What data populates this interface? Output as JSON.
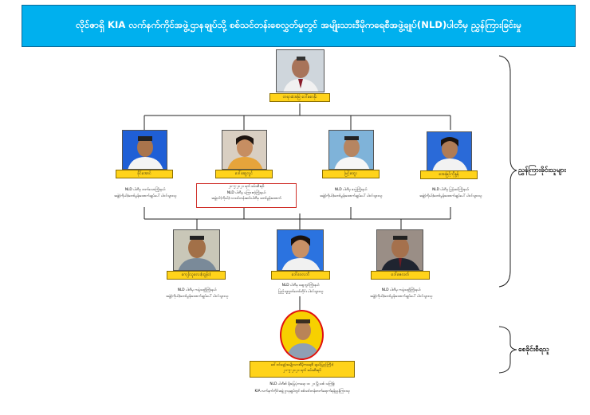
{
  "banner": {
    "title": "လိုင်ဇာရှိ KIA လက်နက်ကိုင်အဖွဲ့ဌာနချုပ်သို့ စစ်သင်တန်းစေလွှတ်မှုတွင် အမျိုးသားဒီမိုကရေစီအဖွဲ့ချုပ်(NLD)ပါတီမှ ညွှန်ကြားခြင်းမှု"
  },
  "top": {
    "name": "တရားခံအမြဲ ဒေါ်စောနိုး"
  },
  "row1": [
    {
      "name": "ခိုင်အောင်",
      "cap1": "NLD ပါတီမှ တက်သောကြိုးနယ်",
      "cap2": "အဖွဲ့(ကိုယ်)တော်မွန်းထောက်ချုပ်ပေါ် ပါဝင်သွားသူ"
    },
    {
      "name": "ဒေါ်ဆွေလွင်",
      "cap1": "၂၀-၅-၂၀၂၁ ရက် ဖမ်းဆီးရမိ",
      "cap2": "NLD ပါတီမှ မကြားတုံကြိုးနယ်",
      "cap3": "အဖွဲ့ဝင်(ကိုယ်) လသင်တန်းဆင်းပါတီမှ တော်မွန်းထောက်"
    },
    {
      "name": "မြင့်ထွေး",
      "cap1": "NLD ပါတီမှ ဇလွှဲကြိုးနယ်",
      "cap2": "အဖွဲ့(ကိုယ်)တော်မွန်းထောက်ချုပ်ပေါ် ပါဝင်သွားသူ"
    },
    {
      "name": "အေးမြင့်ကိုနွန်",
      "cap1": "NLD ပါတီမှ မြန်ဆင်ကြိုးနယ်",
      "cap2": "အဖွဲ့(ကိုယ်)တော်မွန်းထောက်ချုပ်ပေါ် ပါဝင်သွားသူ"
    }
  ],
  "row2": [
    {
      "name": "ကျော်သူလေး(ထွန်း)",
      "cap1": "NLD ပါတီမှ ကနဲ့သတ္တိကြိုးနယ်",
      "cap2": "အဖွဲ့(ကိုယ်)တော်မွန်းထောက်ချုပ်ပေါ် ပါဝင်သွားသူ"
    },
    {
      "name": "ဒေါ်ဝေလဘိ",
      "cap1": "NLD ပါတီမှ ဆွေဘွင်ကြိုးနယ်",
      "cap2": "ပြည်သူ့လွှတ်တော်တိုင်း ပါဝင်သွားသူ"
    },
    {
      "name": "ဒေါ်ဇေလတ်",
      "cap1": "NLD ပါတီမှ ကနဲ့သတ္တိကြိုးနယ်",
      "cap2": "အဖွဲ့(ကိုယ်)တော်မွန်းထောက်ချုပ်ပေါ် ပါဝင်သွားသူ"
    }
  ],
  "chair": {
    "line1": "ဒေါ်ဝင်ရှေ့(အမျိုးသားဒီမိုကရေစီ ချယ်ပြည်ကြီး)",
    "line2": "၂၁-၅-၂၀၂၁ ရက် ဖမ်းဆီးရမိ",
    "cap1": "NLD ပါတီ၏ ရိုးမြေပုံကရေး ၁၀ ၂၁ မြို့သစ် သင်္ကြံစွဲ",
    "cap2": "KIA လက်နက်ကိုင်အဖွဲ့ ဌာနချုပ်တွင် စစ်သင်တန်းတက်ရောက်ရန်ညွှန်ကြားသူ"
  },
  "labels": {
    "directors": "ညွှန်ကြားခိုင်းသူများ",
    "planner": "စေခိုင်းစီရသူ"
  }
}
